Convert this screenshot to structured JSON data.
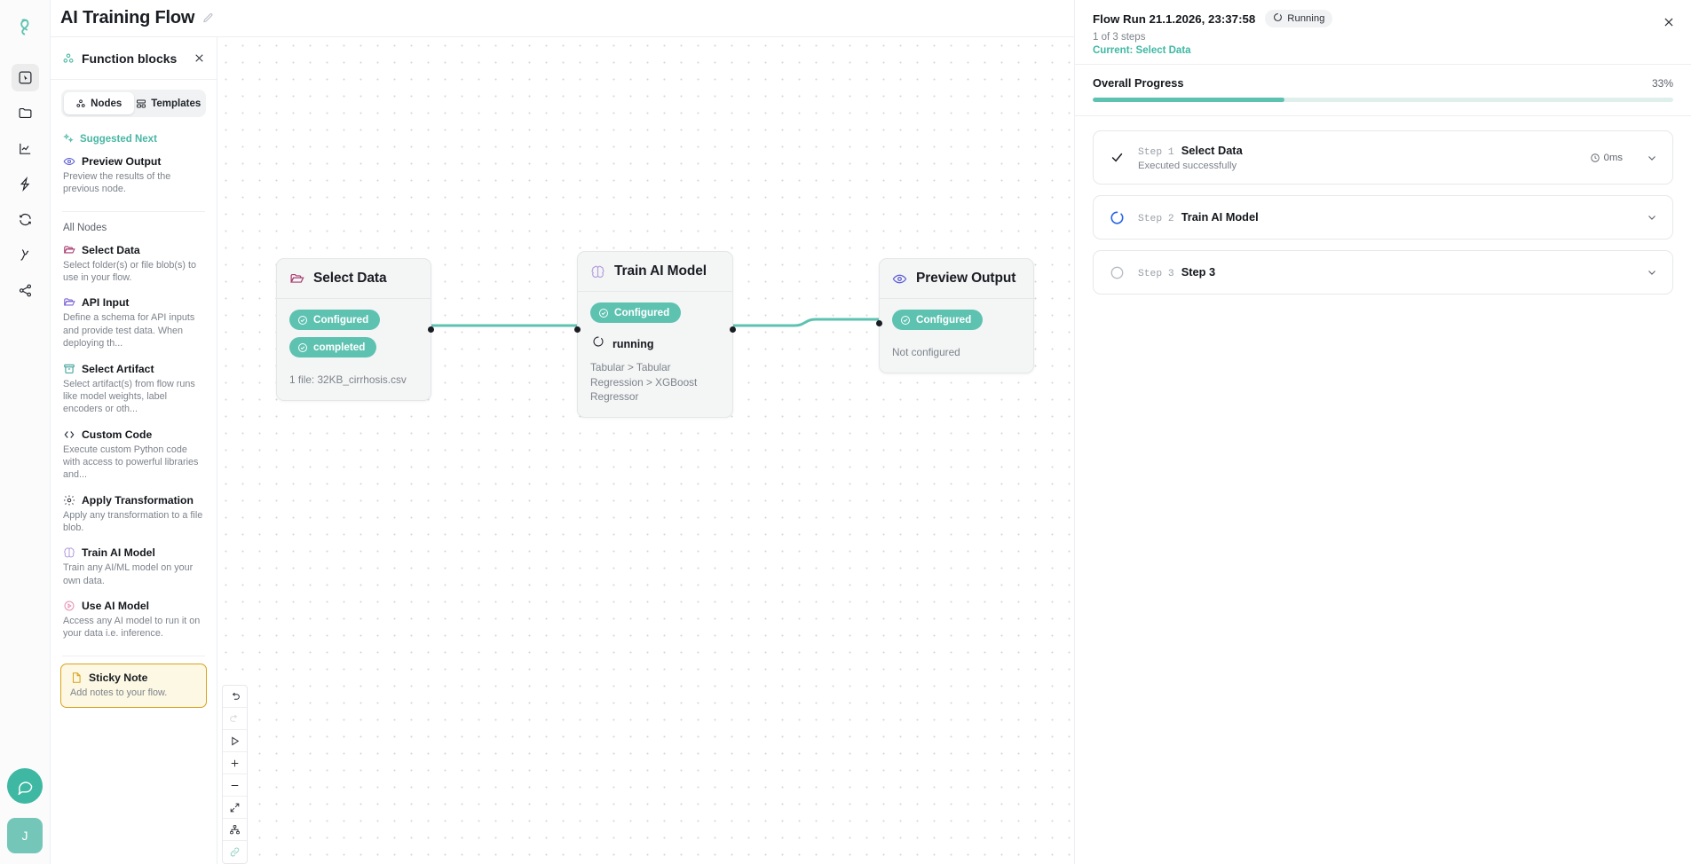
{
  "header": {
    "flow_title": "AI Training Flow",
    "edit_icon": "pencil-icon",
    "logo_icon": "brand-logo-icon"
  },
  "rail": {
    "items": [
      {
        "name": "cursor-select",
        "label": "Select",
        "active": true
      },
      {
        "name": "folder",
        "label": "Files",
        "active": false
      },
      {
        "name": "chart",
        "label": "Analytics",
        "active": false
      },
      {
        "name": "lightning",
        "label": "Actions",
        "active": false
      },
      {
        "name": "refresh",
        "label": "Sync",
        "active": false
      },
      {
        "name": "workflow",
        "label": "Workflows",
        "active": false
      },
      {
        "name": "share",
        "label": "Share",
        "active": false
      }
    ],
    "avatar_initial": "J",
    "chat_icon": "chat-bubble-icon"
  },
  "panel": {
    "title": "Function blocks",
    "close_icon": "close-icon",
    "tabs": [
      {
        "label": "Nodes",
        "icon": "nodes-icon",
        "active": true
      },
      {
        "label": "Templates",
        "icon": "templates-icon",
        "active": false
      }
    ],
    "suggested_label": "Suggested Next",
    "suggested": [
      {
        "name": "Preview Output",
        "desc": "Preview the results of the previous node.",
        "icon": "eye-icon",
        "color": "#5b5bd6"
      }
    ],
    "all_nodes_label": "All Nodes",
    "nodes": [
      {
        "name": "Select Data",
        "desc": "Select folder(s) or file blob(s) to use in your flow.",
        "icon": "folder-open-icon",
        "color": "#a83a6e"
      },
      {
        "name": "API Input",
        "desc": "Define a schema for API inputs and provide test data. When deploying th...",
        "icon": "folder-open-icon",
        "color": "#7b61d6"
      },
      {
        "name": "Select Artifact",
        "desc": "Select artifact(s) from flow runs like model weights, label encoders or oth...",
        "icon": "archive-icon",
        "color": "#3a9e96"
      },
      {
        "name": "Custom Code",
        "desc": "Execute custom Python code with access to powerful libraries and...",
        "icon": "code-icon",
        "color": "#1f2937"
      },
      {
        "name": "Apply Transformation",
        "desc": "Apply any transformation to a file blob.",
        "icon": "gear-icon",
        "color": "#2b2f36"
      },
      {
        "name": "Train AI Model",
        "desc": "Train any AI/ML model on your own data.",
        "icon": "brain-icon",
        "color": "#b39ddb"
      },
      {
        "name": "Use AI Model",
        "desc": "Access any AI model to run it on your data i.e. inference.",
        "icon": "play-circle-icon",
        "color": "#e58faf"
      }
    ],
    "sticky": {
      "name": "Sticky Note",
      "desc": "Add notes to your flow.",
      "icon": "note-icon",
      "color": "#d9a21a"
    }
  },
  "canvas": {
    "nodes": [
      {
        "id": "select-data",
        "title": "Select Data",
        "icon": "folder-open-icon",
        "icon_color": "#a83a6e",
        "chips": [
          {
            "label": "Configured",
            "icon": "check-circle-icon"
          },
          {
            "label": "completed",
            "icon": "check-circle-icon"
          }
        ],
        "meta": "1 file: 32KB_cirrhosis.csv",
        "running_label": null
      },
      {
        "id": "train-ai-model",
        "title": "Train AI Model",
        "icon": "brain-icon",
        "icon_color": "#b39ddb",
        "chips": [
          {
            "label": "Configured",
            "icon": "check-circle-icon"
          }
        ],
        "running_label": "running",
        "meta": "Tabular > Tabular Regression > XGBoost Regressor"
      },
      {
        "id": "preview-output",
        "title": "Preview Output",
        "icon": "eye-icon",
        "icon_color": "#5b5bd6",
        "chips": [
          {
            "label": "Configured",
            "icon": "check-circle-icon"
          }
        ],
        "running_label": null,
        "meta": "Not configured"
      }
    ],
    "edge_color": "#5ec2b1",
    "toolbar": [
      {
        "name": "undo",
        "icon": "undo-icon",
        "disabled": false,
        "teal": false
      },
      {
        "name": "redo",
        "icon": "redo-icon",
        "disabled": true,
        "teal": false
      },
      {
        "name": "run",
        "icon": "play-icon",
        "disabled": false,
        "teal": false
      },
      {
        "name": "zoom-in",
        "icon": "plus-icon",
        "disabled": false,
        "teal": false
      },
      {
        "name": "zoom-out",
        "icon": "minus-icon",
        "disabled": false,
        "teal": false
      },
      {
        "name": "fit-view",
        "icon": "expand-icon",
        "disabled": false,
        "teal": false
      },
      {
        "name": "auto-layout",
        "icon": "hierarchy-icon",
        "disabled": false,
        "teal": false
      },
      {
        "name": "link",
        "icon": "link-icon",
        "disabled": false,
        "teal": true
      }
    ]
  },
  "run_panel": {
    "title": "Flow Run 21.1.2026, 23:37:58",
    "status_badge": "Running",
    "status_icon": "spinner-icon",
    "steps_count": "1 of 3 steps",
    "current": "Current: Select Data",
    "close_icon": "close-icon",
    "progress_label": "Overall Progress",
    "progress_pct": "33%",
    "progress_value": 33,
    "accent": "#5ec2b1",
    "steps": [
      {
        "num": "Step 1",
        "name": "Select Data",
        "sub": "Executed successfully",
        "state": "success",
        "icon": "check-icon",
        "duration": "0ms",
        "clock_icon": "clock-icon",
        "chevron": "chevron-down-icon"
      },
      {
        "num": "Step 2",
        "name": "Train AI Model",
        "sub": "",
        "state": "running",
        "icon": "spinner-icon",
        "duration": "",
        "clock_icon": "",
        "chevron": "chevron-down-icon"
      },
      {
        "num": "Step 3",
        "name": "Step 3",
        "sub": "",
        "state": "pending",
        "icon": "circle-icon",
        "duration": "",
        "clock_icon": "",
        "chevron": "chevron-down-icon"
      }
    ]
  }
}
